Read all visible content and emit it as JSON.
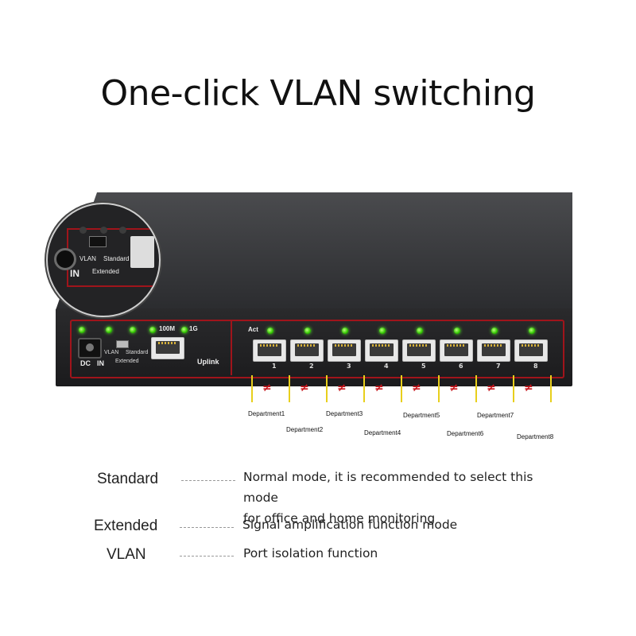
{
  "title": "One-click VLAN switching",
  "device": {
    "labels": {
      "dc": "DC",
      "in": "IN",
      "vlan": "VLAN",
      "standard": "Standard",
      "extended": "Extended",
      "speed_100m": "100M",
      "speed_1g": "1G",
      "uplink": "Uplink",
      "act": "Act"
    },
    "ports": [
      "1",
      "2",
      "3",
      "4",
      "5",
      "6",
      "7",
      "8"
    ],
    "led_color": "#32c600",
    "frame_color": "#a0141b"
  },
  "zoom_labels": {
    "vlan": "VLAN",
    "standard": "Standard",
    "extended": "Extended",
    "in": "IN"
  },
  "departments": [
    "Department1",
    "Department2",
    "Department3",
    "Department4",
    "Department5",
    "Department6",
    "Department7",
    "Department8"
  ],
  "isolation_symbol": "≠",
  "modes": [
    {
      "name": "Standard",
      "description_line1": "Normal mode, it is recommended to select this mode",
      "description_line2": "for office and home monitoring"
    },
    {
      "name": "Extended",
      "description_line1": "Signal amplification function mode"
    },
    {
      "name": "VLAN",
      "description_line1": "Port isolation function"
    }
  ]
}
